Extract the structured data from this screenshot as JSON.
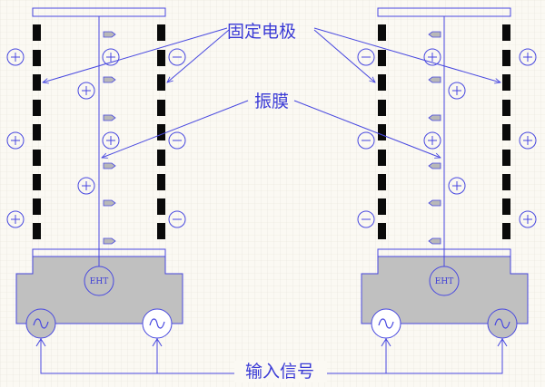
{
  "labels": {
    "fixed_electrode": "固定电极",
    "diaphragm": "振膜",
    "input_signal": "输入信号",
    "eht": "EHT"
  },
  "colors": {
    "line": "#4848e0",
    "electrode": "#0a0a0a",
    "housing": "#c0c0c0",
    "background": "#fbf9f3"
  }
}
